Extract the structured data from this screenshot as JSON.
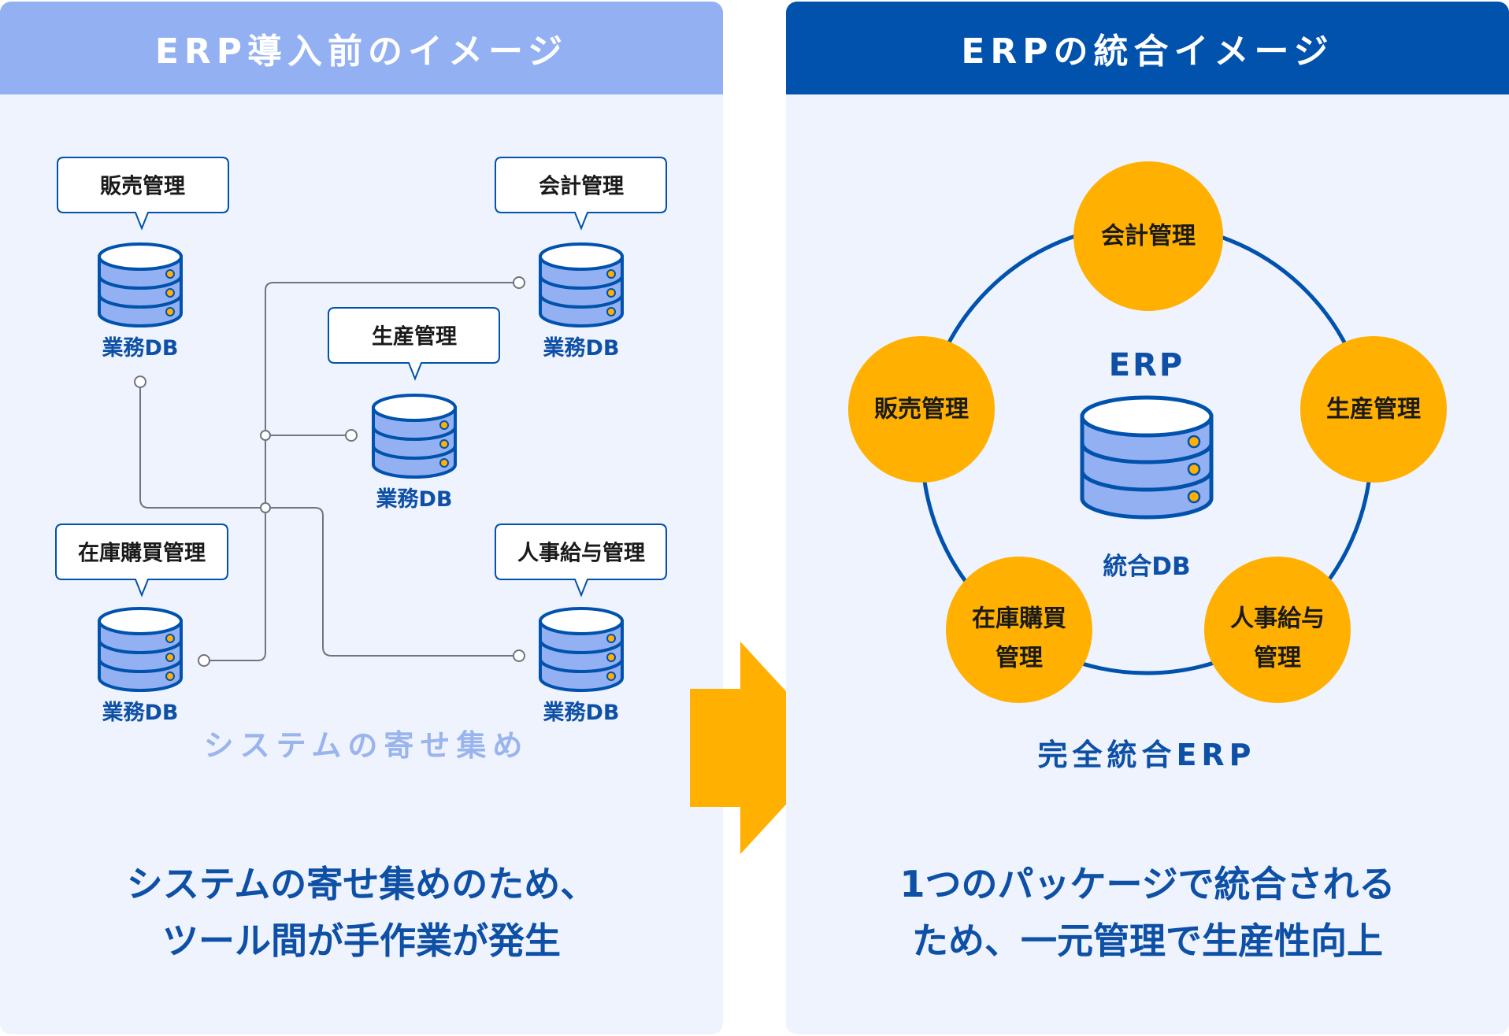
{
  "left": {
    "header": "ERP導入前のイメージ",
    "labels": [
      "販売管理",
      "会計管理",
      "生産管理",
      "在庫購買管理",
      "人事給与管理"
    ],
    "db_label": "業務DB",
    "caption": "システムの寄せ集め",
    "bottom_lines": [
      "システムの寄せ集めのため、",
      "ツール間が手作業が発生"
    ]
  },
  "right": {
    "header": "ERPの統合イメージ",
    "center_title": "ERP",
    "center_db_label": "統合DB",
    "modules": [
      {
        "lines": [
          "会計管理"
        ]
      },
      {
        "lines": [
          "生産管理"
        ]
      },
      {
        "lines": [
          "人事給与",
          "管理"
        ]
      },
      {
        "lines": [
          "在庫購買",
          "管理"
        ]
      },
      {
        "lines": [
          "販売管理"
        ]
      }
    ],
    "caption": "完全統合ERP",
    "bottom_lines": [
      "1つのパッケージで統合される",
      "ため、一元管理で生産性向上"
    ]
  },
  "colors": {
    "primary": "#0052ad",
    "light_header": "#93b0f2",
    "panel_bg": "#eff3fd",
    "db_fill": "#93b0f2",
    "module_fill": "#ffb000",
    "text_blue": "#0d50a6"
  }
}
